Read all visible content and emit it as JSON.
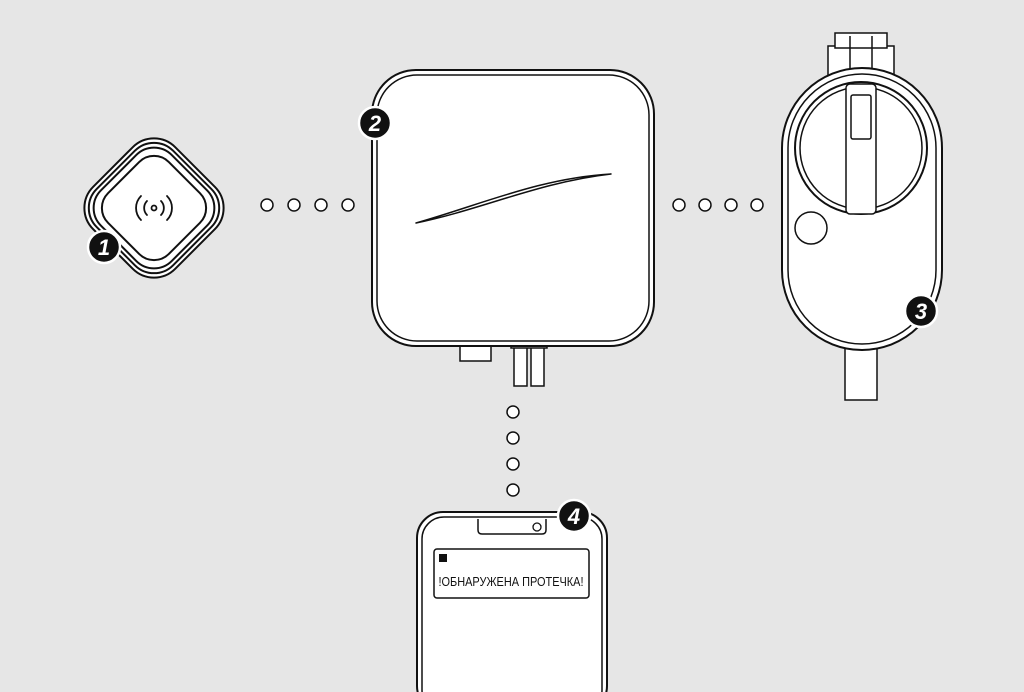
{
  "colors": {
    "background": "#e6e6e6",
    "line": "#111111",
    "device_fill": "#ffffff",
    "badge_fill": "#111111",
    "badge_text": "#ffffff"
  },
  "devices": [
    {
      "name": "sensor",
      "badge": "1",
      "icon": "wireless-signal-icon"
    },
    {
      "name": "hub",
      "badge": "2"
    },
    {
      "name": "valve",
      "badge": "3"
    },
    {
      "name": "phone",
      "badge": "4"
    }
  ],
  "notification": {
    "text": "!ОБНАРУЖЕНА ПРОТЕЧКА!",
    "icon": "app-square-icon"
  }
}
